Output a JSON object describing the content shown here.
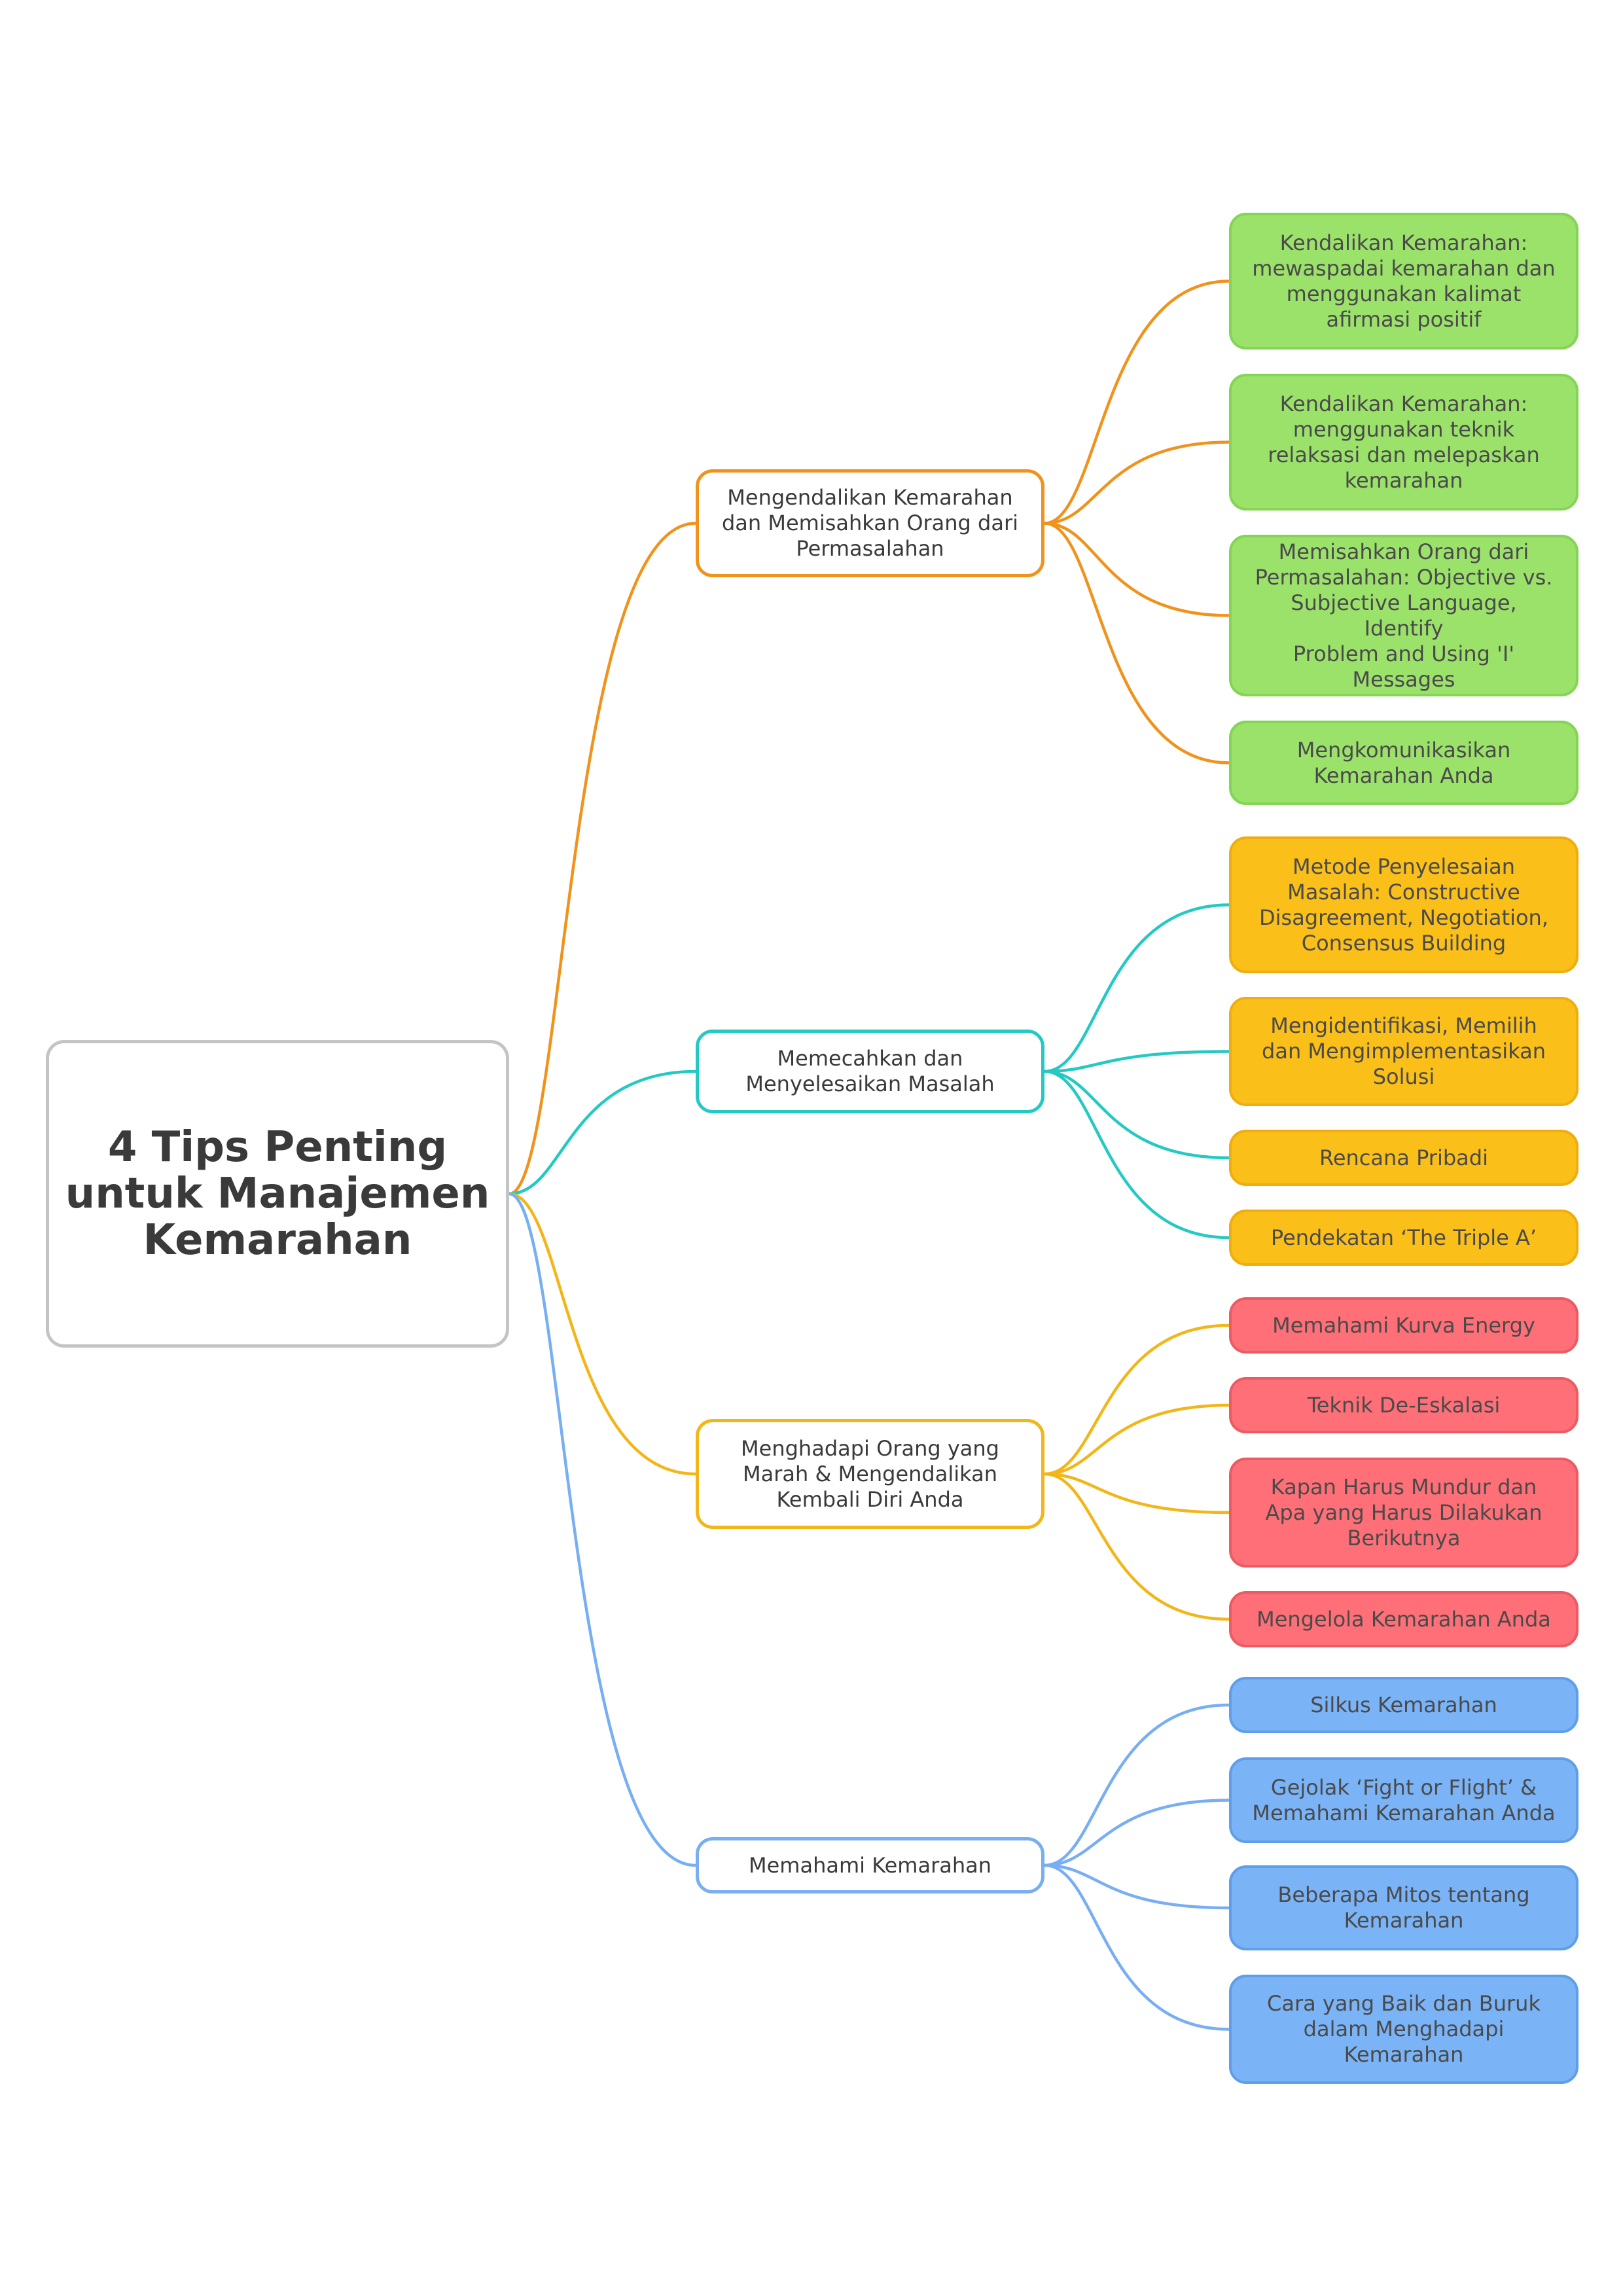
{
  "title": "4 Tips Penting\nuntuk Manajemen\nKemarahan",
  "colors": {
    "root_border": "#c4c4c4",
    "branch_lines": [
      "#f0931c",
      "#25c9c3",
      "#f2b619",
      "#78aef2"
    ],
    "leaf_fills": [
      "#9be26b",
      "#fbbf19",
      "#ff6f77",
      "#7ab3f6"
    ],
    "leaf_borders": [
      "#84d455",
      "#f0ad10",
      "#ec5a63",
      "#5f9ee8"
    ]
  },
  "branches": [
    {
      "label": "Mengendalikan Kemarahan\ndan Memisahkan Orang dari\nPermasalahan",
      "leaves": [
        "Kendalikan Kemarahan:\nmewaspadai kemarahan dan\nmenggunakan kalimat\nafirmasi positif",
        "Kendalikan Kemarahan:\nmenggunakan teknik\nrelaksasi dan melepaskan\nkemarahan",
        "Memisahkan Orang dari\nPermasalahan: Objective vs.\nSubjective Language, Identify\nProblem and Using 'I'\nMessages",
        "Mengkomunikasikan\nKemarahan Anda"
      ]
    },
    {
      "label": "Memecahkan dan\nMenyelesaikan Masalah",
      "leaves": [
        "Metode Penyelesaian\nMasalah: Constructive\nDisagreement, Negotiation,\nConsensus Building",
        "Mengidentifikasi, Memilih\ndan Mengimplementasikan\nSolusi",
        "Rencana Pribadi",
        "Pendekatan ‘The Triple A’"
      ]
    },
    {
      "label": "Menghadapi Orang yang\nMarah & Mengendalikan\nKembali Diri Anda",
      "leaves": [
        "Memahami Kurva Energy",
        "Teknik De-Eskalasi",
        "Kapan Harus Mundur dan\nApa yang Harus Dilakukan\nBerikutnya",
        "Mengelola Kemarahan Anda"
      ]
    },
    {
      "label": "Memahami Kemarahan",
      "leaves": [
        "Silkus Kemarahan",
        "Gejolak ‘Fight or Flight’ &\nMemahami Kemarahan Anda",
        "Beberapa Mitos tentang\nKemarahan",
        "Cara yang Baik dan Buruk\ndalam Menghadapi\nKemarahan"
      ]
    }
  ]
}
